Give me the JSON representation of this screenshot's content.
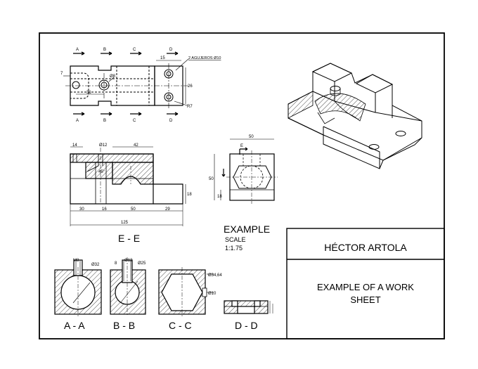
{
  "title_block": {
    "example": "EXAMPLE",
    "scale_label": "SCALE",
    "scale_value": "1:1.75",
    "author": "HÉCTOR ARTOLA",
    "sheet_title_line1": "EXAMPLE OF A WORK",
    "sheet_title_line2": "SHEET"
  },
  "top_view": {
    "cut_labels_top": [
      "A",
      "B",
      "C",
      "D"
    ],
    "cut_labels_bottom": [
      "A",
      "B",
      "C",
      "D"
    ],
    "dims": [
      "15",
      "2 AGUJEROS Ø10",
      "Ø8",
      "7",
      "31",
      "26",
      "R7"
    ]
  },
  "section_ee": {
    "label": "E - E",
    "dims": [
      "14",
      "Ø12",
      "42",
      "45°",
      "18",
      "30",
      "16",
      "50",
      "29",
      "125"
    ]
  },
  "side_view": {
    "cut_label": "E",
    "dims": [
      "50",
      "50",
      "18"
    ]
  },
  "sections": [
    {
      "label": "A - A",
      "dims": [
        "M8",
        "Ø32"
      ]
    },
    {
      "label": "B - B",
      "dims": [
        "8",
        "Ø12",
        "Ø25"
      ]
    },
    {
      "label": "C - C",
      "dims": [
        "Ø34,64",
        "Ø10"
      ]
    },
    {
      "label": "D - D",
      "dims": []
    }
  ]
}
